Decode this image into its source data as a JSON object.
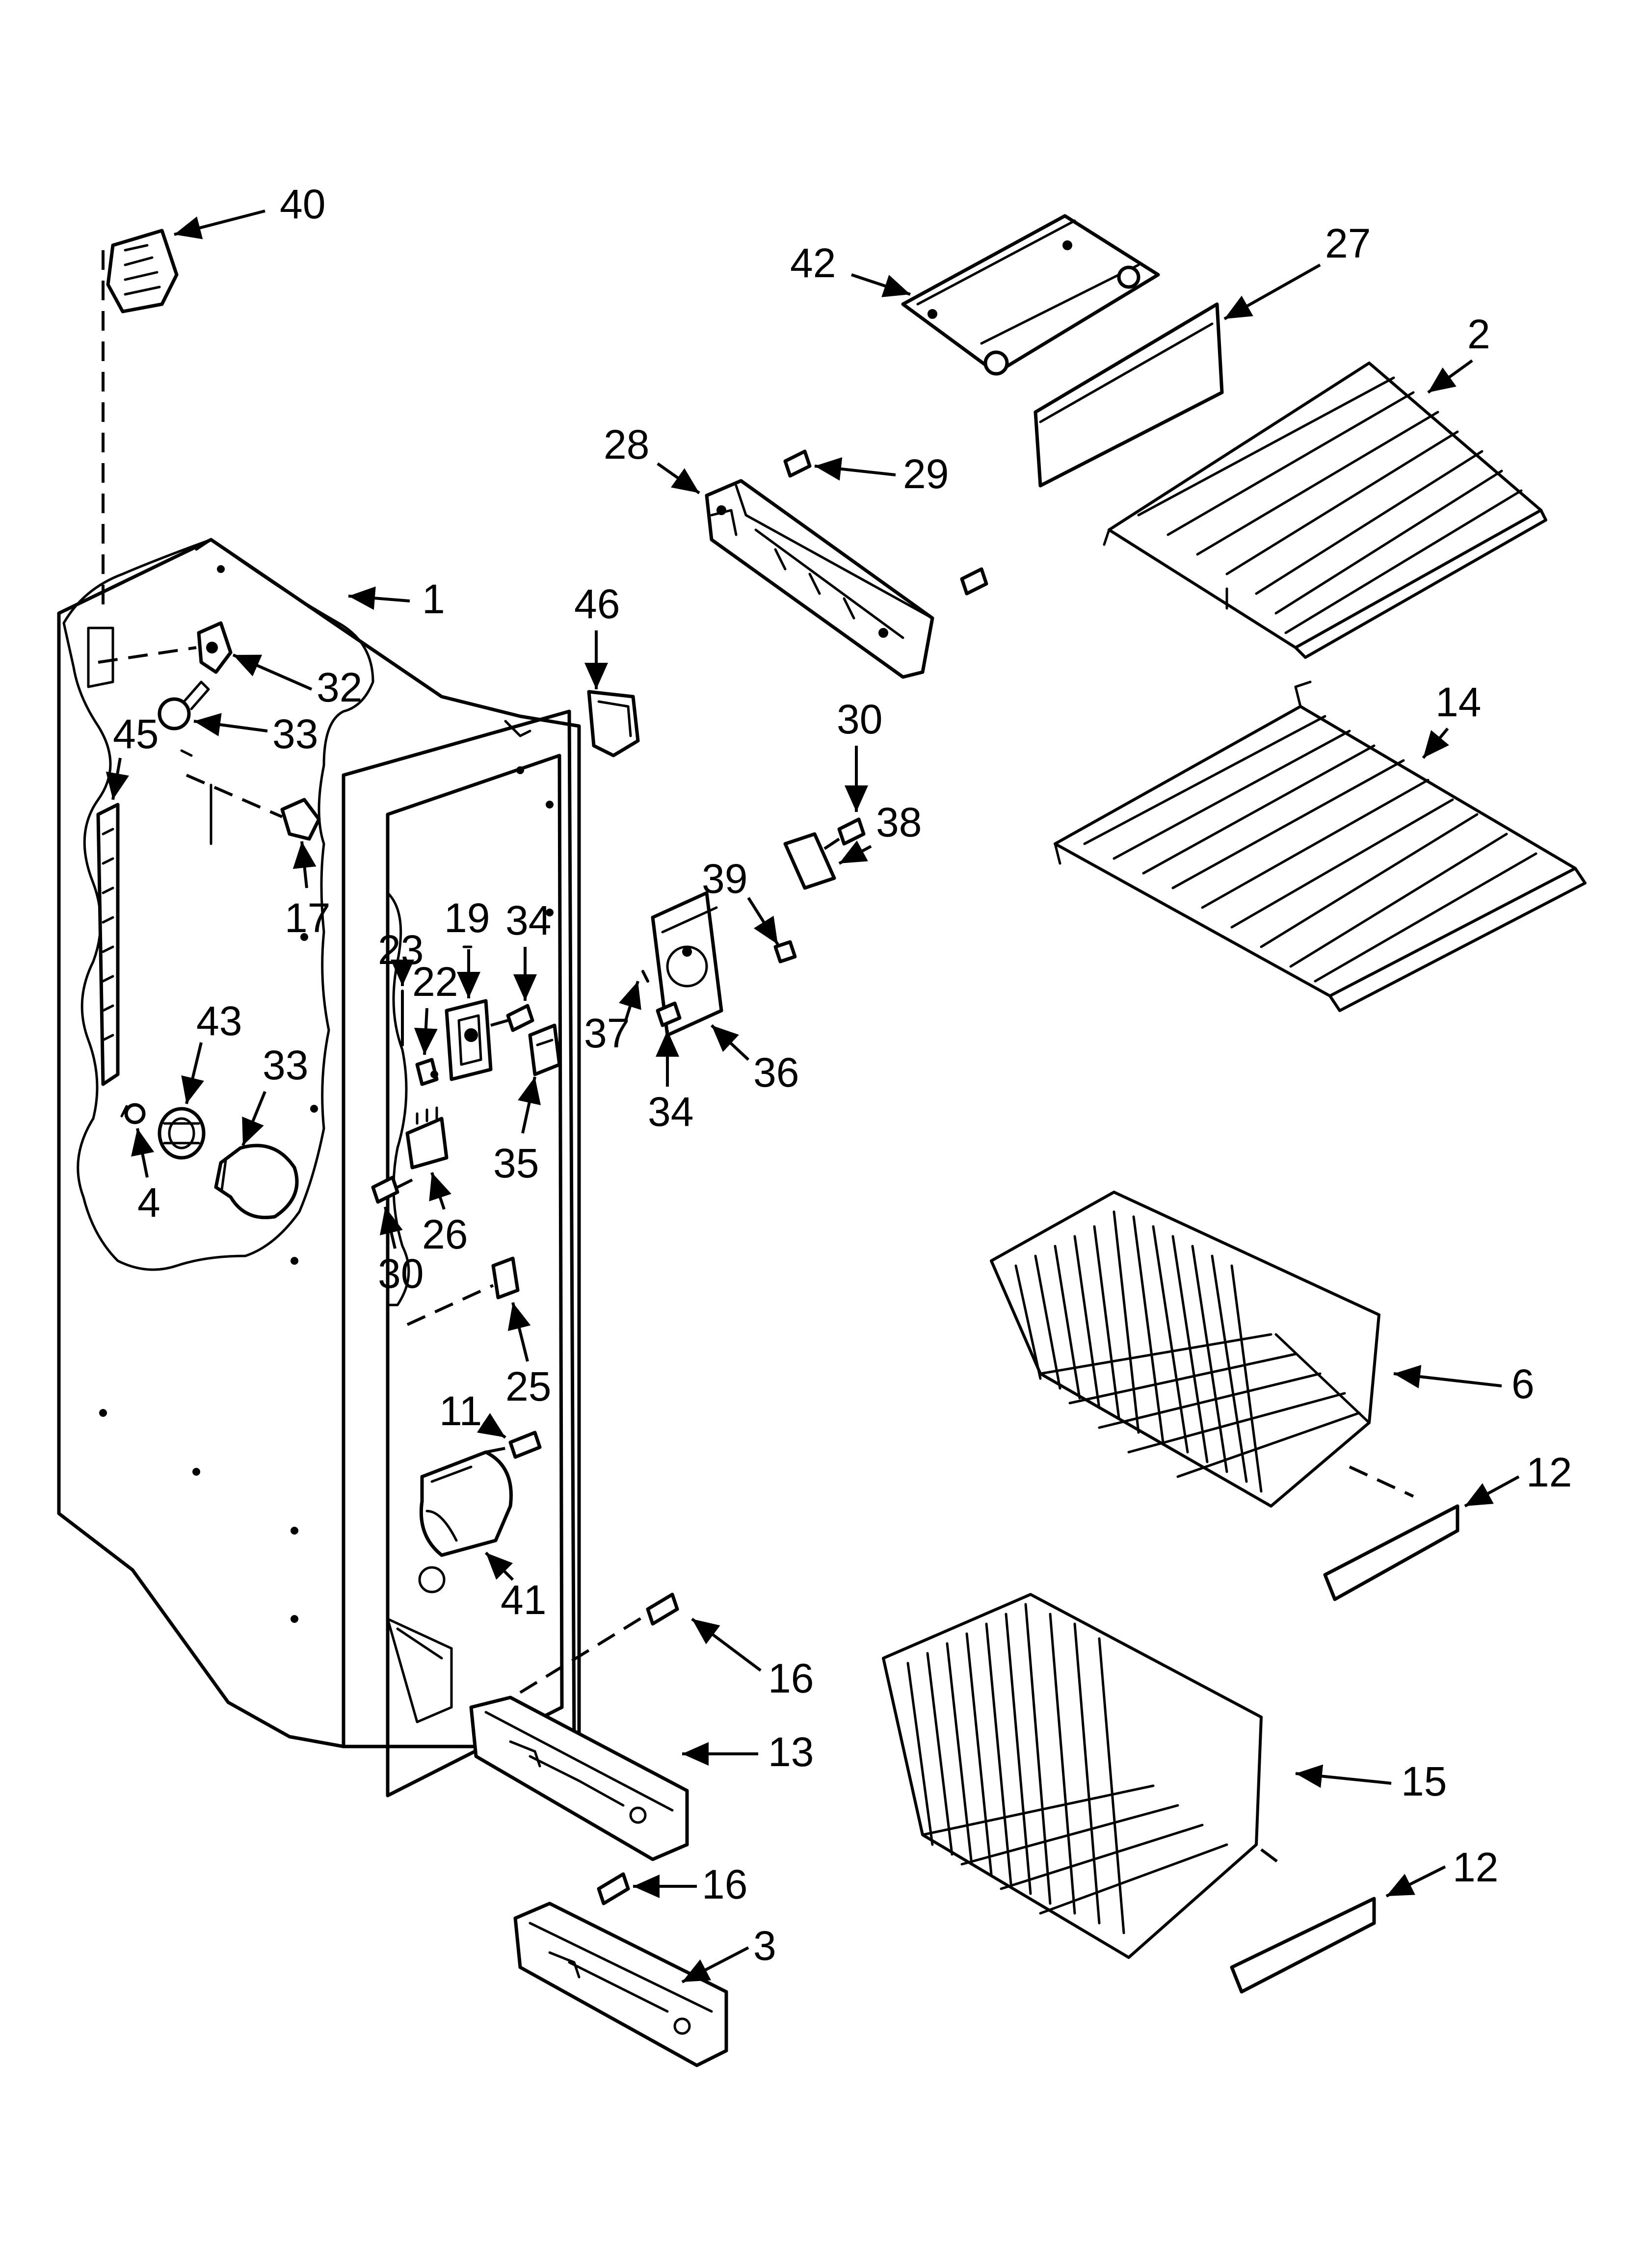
{
  "callouts": [
    {
      "id": "c40",
      "label": "40"
    },
    {
      "id": "c42",
      "label": "42"
    },
    {
      "id": "c27",
      "label": "27"
    },
    {
      "id": "c2",
      "label": "2"
    },
    {
      "id": "c28",
      "label": "28"
    },
    {
      "id": "c29",
      "label": "29"
    },
    {
      "id": "c1",
      "label": "1"
    },
    {
      "id": "c46",
      "label": "46"
    },
    {
      "id": "c32",
      "label": "32"
    },
    {
      "id": "c33a",
      "label": "33"
    },
    {
      "id": "c45",
      "label": "45"
    },
    {
      "id": "c17",
      "label": "17"
    },
    {
      "id": "c30a",
      "label": "30"
    },
    {
      "id": "c38",
      "label": "38"
    },
    {
      "id": "c14",
      "label": "14"
    },
    {
      "id": "c39",
      "label": "39"
    },
    {
      "id": "c19",
      "label": "19"
    },
    {
      "id": "c34a",
      "label": "34"
    },
    {
      "id": "c23",
      "label": "23"
    },
    {
      "id": "c22",
      "label": "22"
    },
    {
      "id": "c37",
      "label": "37"
    },
    {
      "id": "c36",
      "label": "36"
    },
    {
      "id": "c34b",
      "label": "34"
    },
    {
      "id": "c43",
      "label": "43"
    },
    {
      "id": "c33b",
      "label": "33"
    },
    {
      "id": "c35",
      "label": "35"
    },
    {
      "id": "c4",
      "label": "4"
    },
    {
      "id": "c26",
      "label": "26"
    },
    {
      "id": "c30b",
      "label": "30"
    },
    {
      "id": "c6",
      "label": "6"
    },
    {
      "id": "c25",
      "label": "25"
    },
    {
      "id": "c11",
      "label": "11"
    },
    {
      "id": "c12a",
      "label": "12"
    },
    {
      "id": "c41",
      "label": "41"
    },
    {
      "id": "c16a",
      "label": "16"
    },
    {
      "id": "c13",
      "label": "13"
    },
    {
      "id": "c15",
      "label": "15"
    },
    {
      "id": "c16b",
      "label": "16"
    },
    {
      "id": "c12b",
      "label": "12"
    },
    {
      "id": "c3",
      "label": "3"
    }
  ]
}
